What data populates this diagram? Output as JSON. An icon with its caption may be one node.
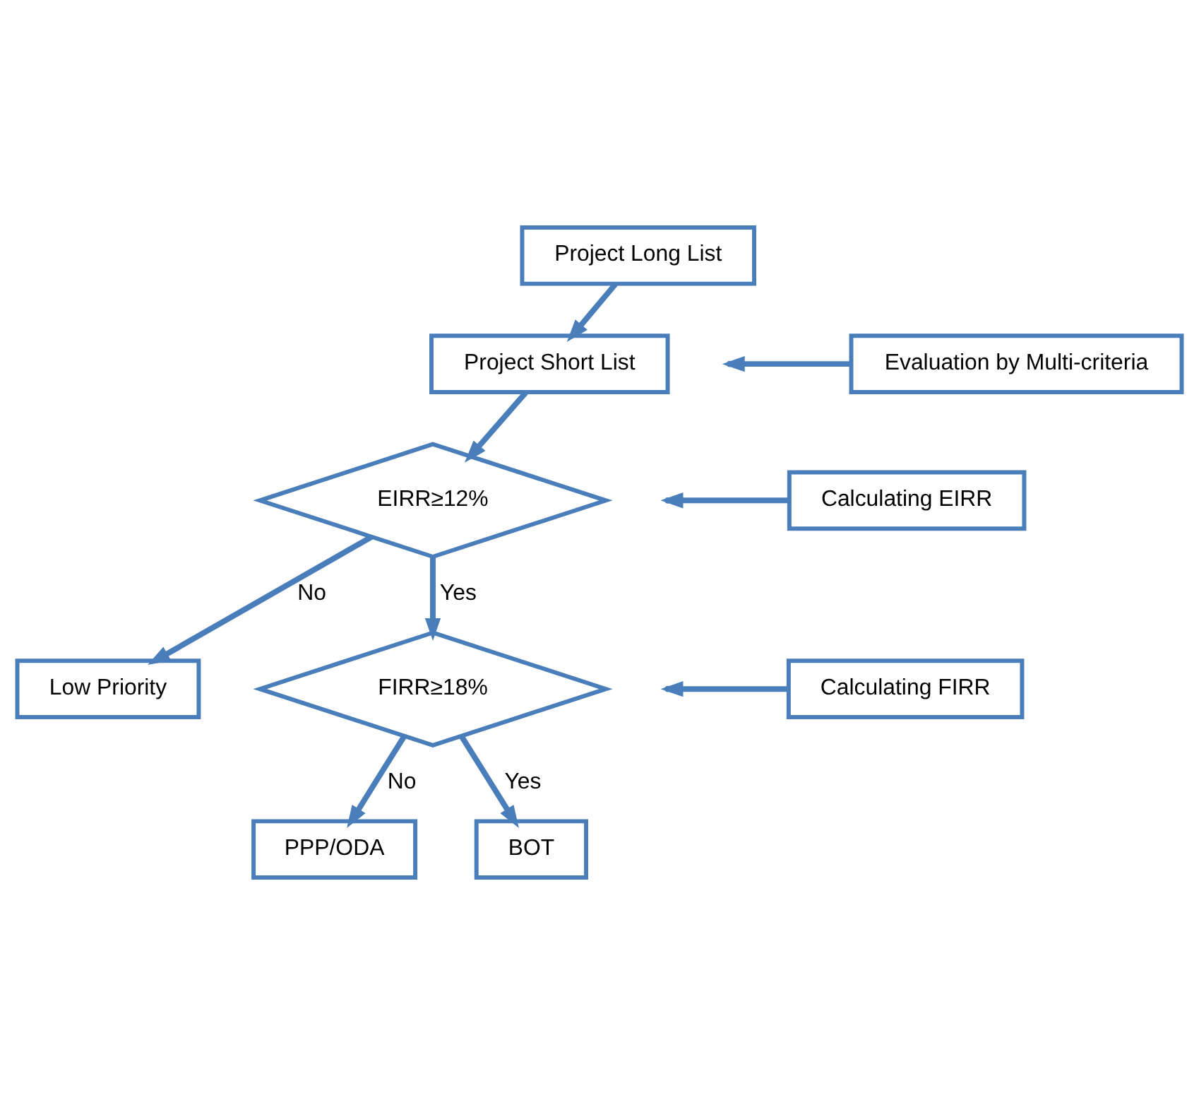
{
  "diagram": {
    "nodes": [
      {
        "text": [
          "Project Long List"
        ]
      },
      {
        "text": [
          "Evaluation by Multi-criteria"
        ]
      },
      {
        "text": [
          "Project Short List"
        ]
      },
      {
        "text": [
          "Calculating EIRR"
        ]
      },
      {
        "text": [
          "EIRR≥12%"
        ]
      },
      {
        "text": [
          "Low Priority"
        ]
      },
      {
        "text": [
          "Calculating FIRR"
        ]
      },
      {
        "text": [
          "FIRR≥18%"
        ]
      },
      {
        "text": [
          "PPP/ODA"
        ]
      },
      {
        "text": [
          "BOT"
        ]
      }
    ],
    "edges": [
      {
        "from": 0,
        "to": 2,
        "arrow": "to"
      },
      {
        "from": 1,
        "to": null,
        "arrow": "to"
      },
      {
        "from": 2,
        "to": 4,
        "arrow": "to"
      },
      {
        "from": 3,
        "to": null,
        "arrow": "to"
      },
      {
        "from": 4,
        "to": 5,
        "arrow": "to",
        "label": "No"
      },
      {
        "from": 4,
        "to": 7,
        "arrow": "to",
        "label": "Yes"
      },
      {
        "from": 6,
        "to": null,
        "arrow": "to"
      },
      {
        "from": 7,
        "to": 8,
        "arrow": "to",
        "label": "No"
      },
      {
        "from": 7,
        "to": 9,
        "arrow": "to",
        "label": "Yes"
      }
    ]
  }
}
